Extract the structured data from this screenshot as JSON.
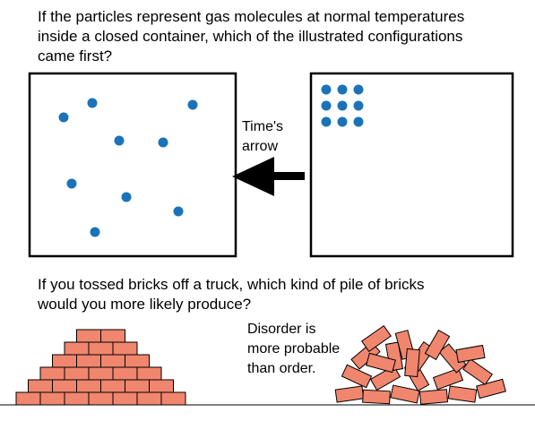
{
  "question1": {
    "line1": "If the particles represent gas molecules at normal temperatures",
    "line2": "inside a closed container, which of the illustrated configurations",
    "line3": "came first?"
  },
  "arrow_label": {
    "line1": "Time's",
    "line2": "arrow"
  },
  "question2": {
    "line1": "If you tossed bricks off a truck, which kind of pile of bricks",
    "line2": "would you more likely produce?"
  },
  "caption": {
    "line1": "Disorder is",
    "line2": "more probable",
    "line3": "than order."
  },
  "colors": {
    "particle": "#1a73b8",
    "brick": "#f0866e",
    "outline": "#000000"
  }
}
